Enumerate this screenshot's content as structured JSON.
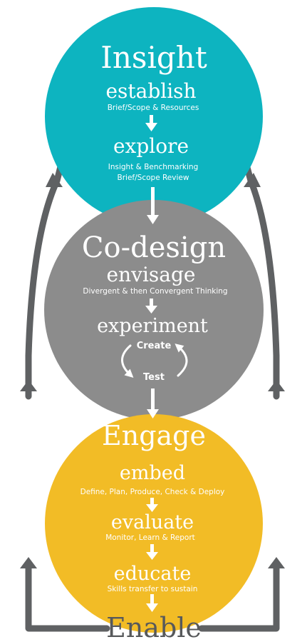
{
  "colors": {
    "insight": "#0db4c0",
    "codesign": "#8c8c8c",
    "engage": "#f2bc26",
    "loop": "#5f6163",
    "text_light": "#ffffff",
    "text_dark": "#57595b"
  },
  "insight": {
    "title": "Insight",
    "step1": "establish",
    "step1_note": "Brief/Scope & Resources",
    "step2": "explore",
    "step2_note1": "Insight & Benchmarking",
    "step2_note2": "Brief/Scope Review"
  },
  "codesign": {
    "title": "Co-design",
    "step1": "envisage",
    "step1_note": "Divergent & then Convergent Thinking",
    "step2": "experiment",
    "cycle_top": "Create",
    "cycle_bottom": "Test"
  },
  "engage": {
    "title": "Engage",
    "step1": "embed",
    "step1_note": "Define, Plan, Produce, Check & Deploy",
    "step2": "evaluate",
    "step2_note": "Monitor, Learn & Report",
    "step3": "educate",
    "step3_note": "Skills transfer to sustain"
  },
  "footer": {
    "title": "Enable"
  }
}
